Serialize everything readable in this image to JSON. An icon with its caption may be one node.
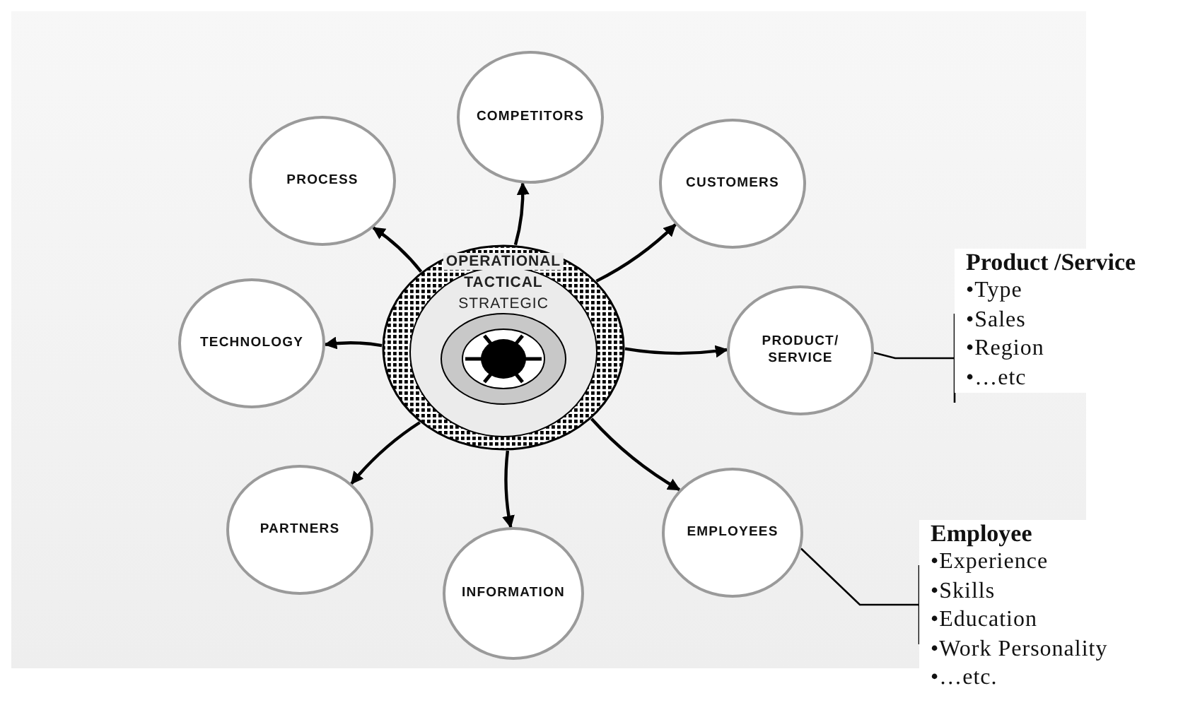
{
  "diagram": {
    "nodes": [
      {
        "text": [
          "OPERATIONAL",
          "TACTICAL",
          "STRATEGIC"
        ]
      },
      {
        "text": [
          "COMPETITORS"
        ]
      },
      {
        "text": [
          "PROCESS"
        ]
      },
      {
        "text": [
          "CUSTOMERS"
        ]
      },
      {
        "text": [
          "TECHNOLOGY"
        ]
      },
      {
        "text": [
          "PRODUCT/ SERVICE"
        ]
      },
      {
        "text": [
          "PARTNERS"
        ]
      },
      {
        "text": [
          "EMPLOYEES"
        ]
      },
      {
        "text": [
          "INFORMATION"
        ]
      },
      {
        "text": [
          "Product /Service",
          "•Type",
          "•Sales",
          "•Region",
          "•…etc"
        ]
      },
      {
        "text": [
          "Employee",
          "•Experience",
          "•Skills",
          "•Education",
          "•Work Personality",
          "•…etc."
        ]
      }
    ],
    "edges": [
      {
        "from": 0,
        "to": 1,
        "arrow": "to"
      },
      {
        "from": 0,
        "to": 2,
        "arrow": "to"
      },
      {
        "from": 0,
        "to": 3,
        "arrow": "to"
      },
      {
        "from": 0,
        "to": 4,
        "arrow": "to"
      },
      {
        "from": 0,
        "to": 5,
        "arrow": "to"
      },
      {
        "from": 0,
        "to": 6,
        "arrow": "to"
      },
      {
        "from": 0,
        "to": 7,
        "arrow": "to"
      },
      {
        "from": 0,
        "to": 8,
        "arrow": "to"
      },
      {
        "from": 5,
        "to": 9,
        "arrow": "none"
      },
      {
        "from": 7,
        "to": 10,
        "arrow": "none"
      }
    ]
  }
}
